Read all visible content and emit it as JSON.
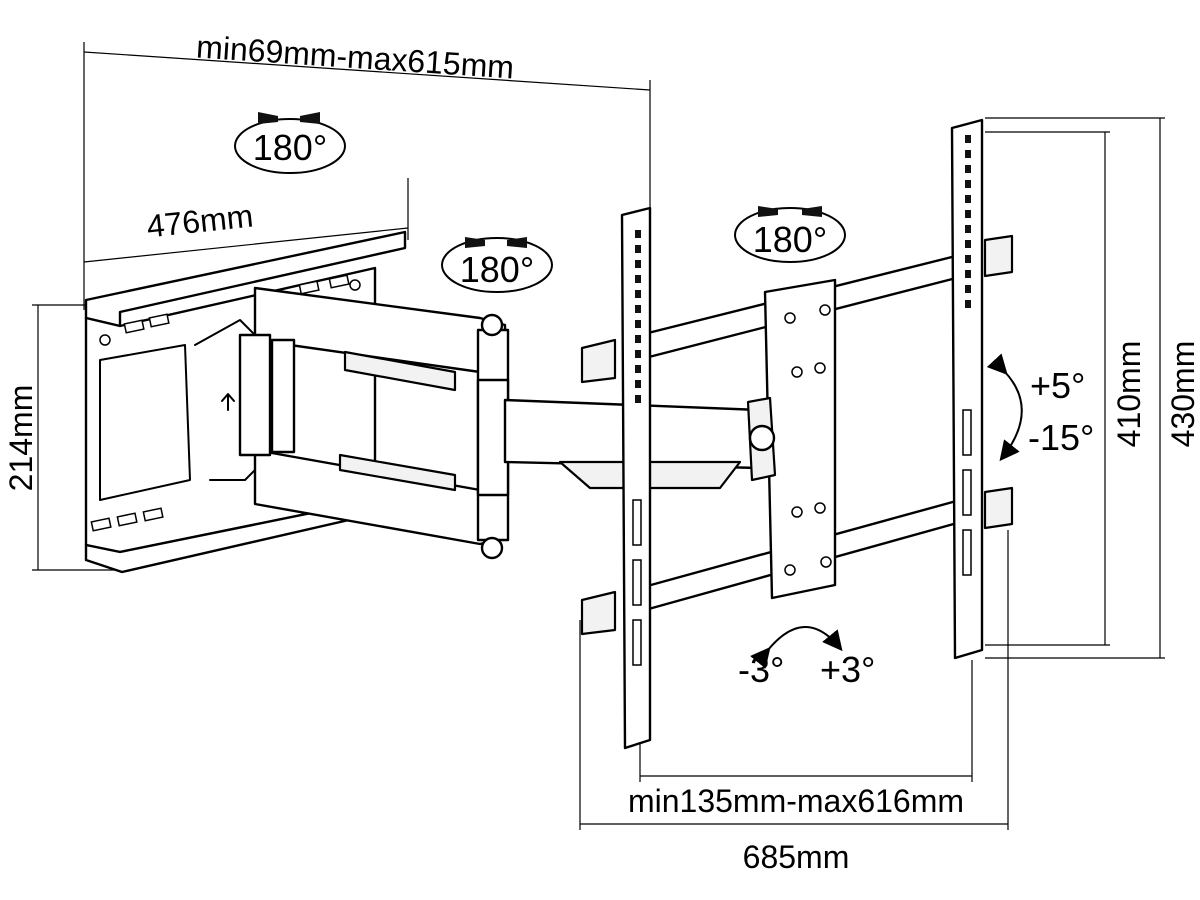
{
  "dimensions": {
    "extension": "min69mm-max615mm",
    "wall_plate_width": "476mm",
    "wall_plate_height": "214mm",
    "vesa_horizontal": "min135mm-max616mm",
    "overall_width": "685mm",
    "inner_height": "410mm",
    "outer_height": "430mm"
  },
  "rotations": {
    "arm_top": "180°",
    "arm_middle": "180°",
    "head": "180°"
  },
  "tilt": {
    "up": "+5°",
    "down": "-15°"
  },
  "level_adjust": {
    "left": "-3°",
    "right": "+3°"
  }
}
